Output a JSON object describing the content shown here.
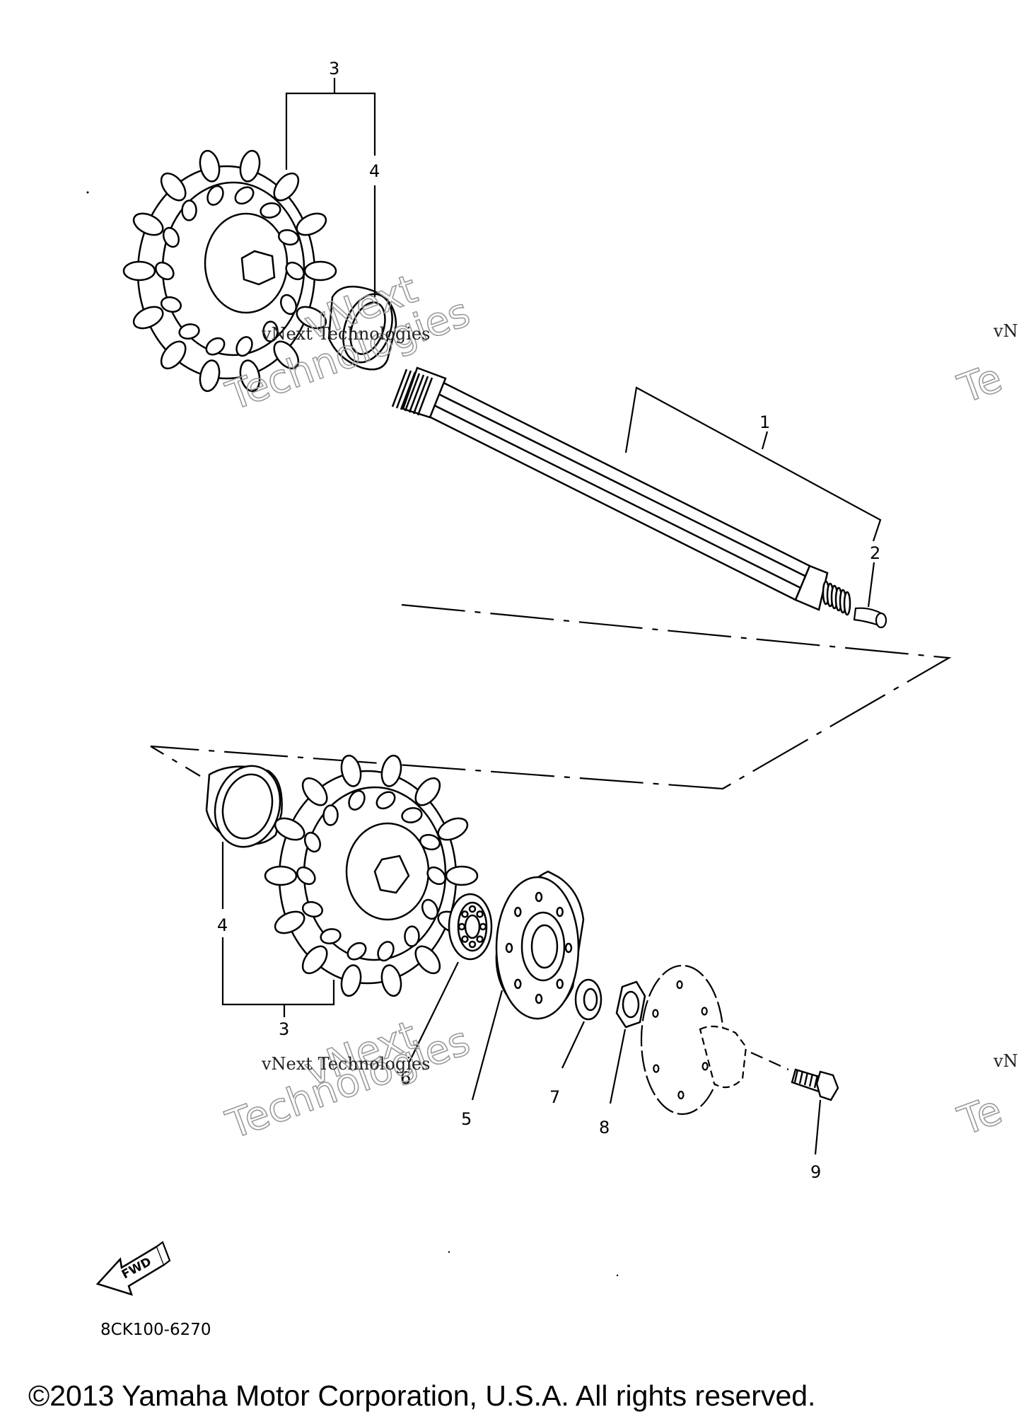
{
  "callouts": {
    "c1": "1",
    "c2": "2",
    "c3a": "3",
    "c4a": "4",
    "c3b": "3",
    "c4b": "4",
    "c5": "5",
    "c6": "6",
    "c7": "7",
    "c8": "8",
    "c9": "9"
  },
  "watermarks": {
    "small_text": "vNext Technologies",
    "small_edge": "vN",
    "big_line1": "vNext",
    "big_line2": "Technologies",
    "big_edge": "Te"
  },
  "fwd_label": "FWD",
  "diagram_code": "8CK100-6270",
  "copyright": "©2013 Yamaha Motor Corporation, U.S.A. All rights reserved.",
  "colors": {
    "ink": "#000000",
    "watermark": "#9a9a9a",
    "background": "#ffffff"
  }
}
